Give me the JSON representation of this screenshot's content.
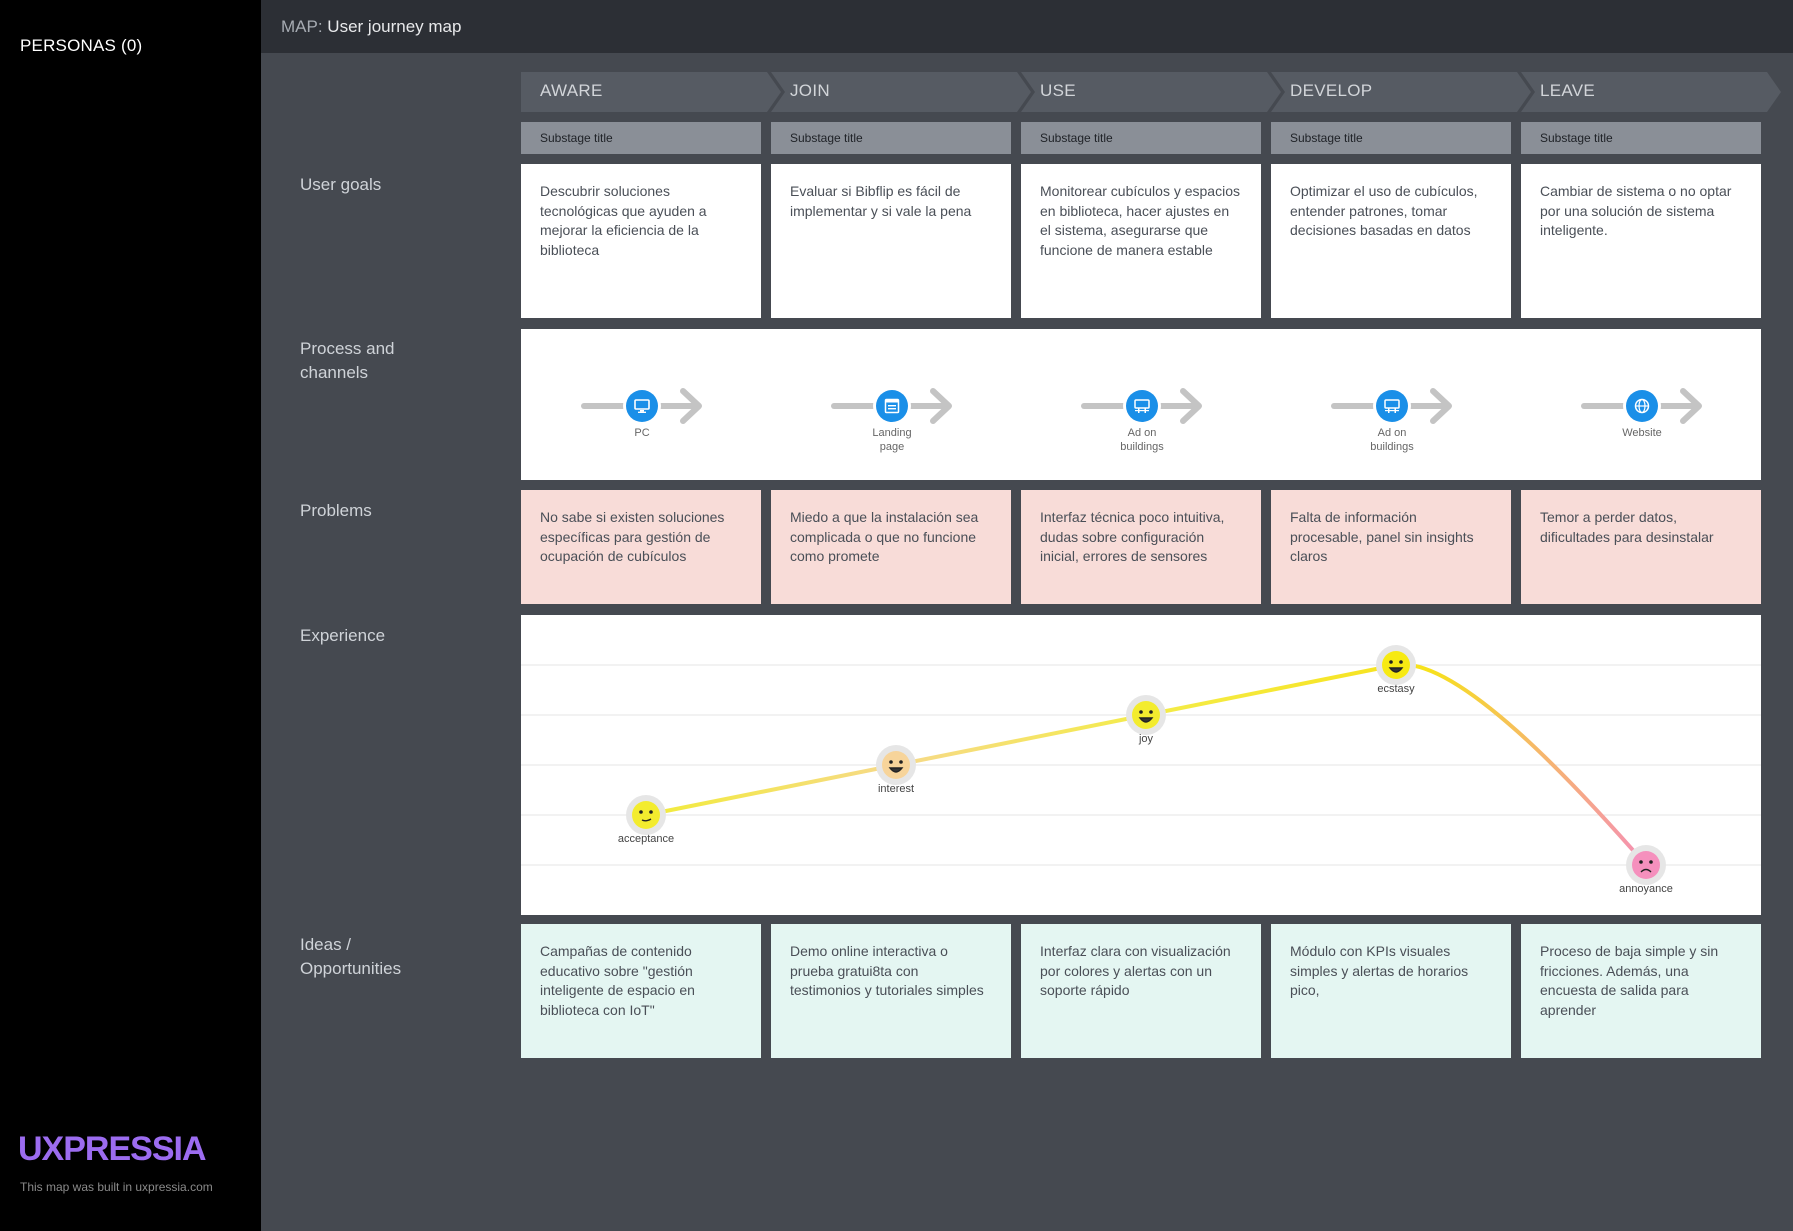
{
  "sidebar": {
    "personas": "PERSONAS (0)",
    "logo": "UXPRESSIA",
    "built_by": "This map was built in uxpressia.com"
  },
  "header": {
    "prefix": "MAP:",
    "title": "User journey map"
  },
  "rows": {
    "goals": "User goals",
    "process_l1": "Process and",
    "process_l2": "channels",
    "problems": "Problems",
    "experience": "Experience",
    "ideas_l1": "Ideas /",
    "ideas_l2": "Opportunities"
  },
  "stages": [
    "AWARE",
    "JOIN",
    "USE",
    "DEVELOP",
    "LEAVE"
  ],
  "substage_title": "Substage title",
  "goals": [
    "Descubrir soluciones tecnológicas que ayuden a mejorar la eficiencia de la biblioteca",
    "Evaluar si Bibflip es fácil de implementar y si vale la pena",
    "Monitorear cubículos y espacios en biblioteca, hacer ajustes en el sistema, asegurarse que funcione de manera estable",
    "Optimizar el uso de cubículos, entender patrones, tomar decisiones basadas en datos",
    "Cambiar de sistema o no optar por una solución de sistema inteligente."
  ],
  "channels": [
    {
      "icon": "monitor-icon",
      "label": "PC"
    },
    {
      "icon": "landing-page-icon",
      "label": "Landing\npage"
    },
    {
      "icon": "billboard-icon",
      "label": "Ad on\nbuildings"
    },
    {
      "icon": "billboard-icon",
      "label": "Ad on\nbuildings"
    },
    {
      "icon": "globe-icon",
      "label": "Website"
    }
  ],
  "problems": [
    "No sabe si existen soluciones específicas para gestión de ocupación de cubículos",
    "Miedo a que la instalación sea complicada o que no funcione como promete",
    "Interfaz técnica poco intuitiva, dudas sobre configuración inicial, errores de sensores",
    "Falta de información procesable, panel sin insights claros",
    "Temor a perder datos, dificultades para desinstalar"
  ],
  "experience": [
    {
      "emotion": "acceptance",
      "level": 1
    },
    {
      "emotion": "interest",
      "level": 2
    },
    {
      "emotion": "joy",
      "level": 3
    },
    {
      "emotion": "ecstasy",
      "level": 4
    },
    {
      "emotion": "annoyance",
      "level": 0
    }
  ],
  "ideas": [
    "Campañas de contenido educativo sobre \"gestión inteligente de espacio en biblioteca con IoT\"",
    "Demo online interactiva o prueba gratui8ta con testimonios y tutoriales simples",
    "Interfaz clara con visualización por colores y alertas con un soporte rápido",
    "Módulo con KPIs visuales simples y alertas de horarios pico,",
    "Proceso de baja simple y sin fricciones. Además, una encuesta de salida para aprender"
  ],
  "colors": {
    "accent": "#1a8fe8",
    "logo": "#9c6cf0",
    "problem_bg": "#f8dcd8",
    "idea_bg": "#e4f6f2"
  }
}
